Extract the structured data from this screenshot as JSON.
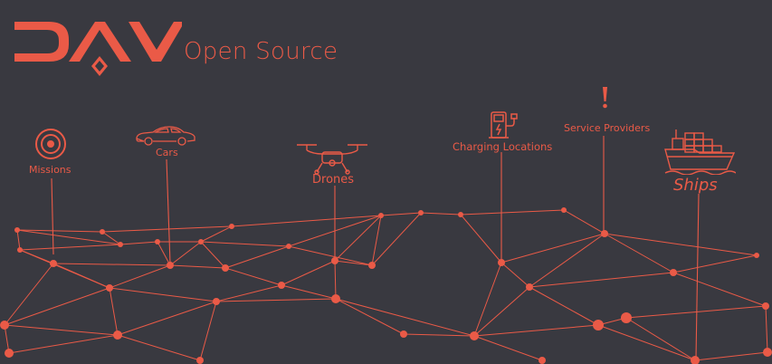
{
  "brand": {
    "logo_text": "DAV",
    "suffix": "Open Source",
    "accent": "#ea5a47",
    "background": "#393940"
  },
  "labels": {
    "missions": "Missions",
    "cars": "Cars",
    "drones": "Drones",
    "charging": "Charging Locations",
    "service": "Service Providers",
    "ships": "Ships"
  },
  "icons": {
    "missions": "target-icon",
    "cars": "car-icon",
    "drones": "drone-icon",
    "charging": "charging-station-icon",
    "service": "exclamation-icon",
    "ships": "ship-icon"
  }
}
